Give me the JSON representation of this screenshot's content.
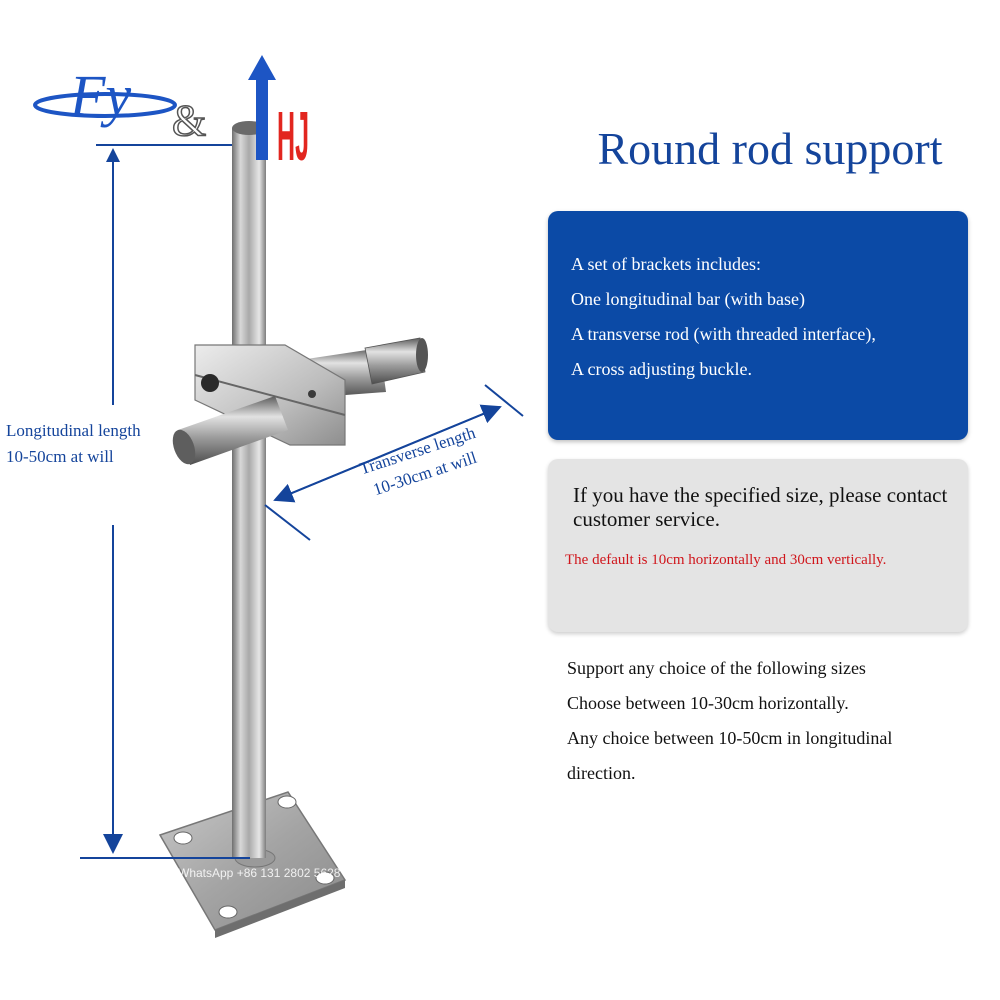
{
  "logo": {
    "letters_left": "Fy",
    "ampersand": "&",
    "letters_right": "HJ"
  },
  "title": "Round rod support",
  "kit_box": {
    "lines": [
      "A set of brackets includes:",
      "One longitudinal bar (with base)",
      "A transverse rod (with threaded interface),",
      "A cross adjusting buckle."
    ],
    "color": "#0b4aa6"
  },
  "notice_box": {
    "headline": "If you have the specified size, please contact customer service.",
    "default_note": "The default is 10cm horizontally and 30cm vertically.",
    "note_color": "#d0161c"
  },
  "size_info": {
    "lines": [
      "Support any choice of the following sizes",
      "Choose between 10-30cm horizontally.",
      "Any choice between 10-50cm in longitudinal",
      "direction."
    ]
  },
  "dimensions": {
    "longitudinal_line1": "Longitudinal length",
    "longitudinal_line2": "10-50cm at will",
    "transverse_line1": "Transverse length",
    "transverse_line2": "10-30cm at will"
  },
  "watermark": "WhatsApp +86 131 2802 5628",
  "accent_color": "#14449b"
}
